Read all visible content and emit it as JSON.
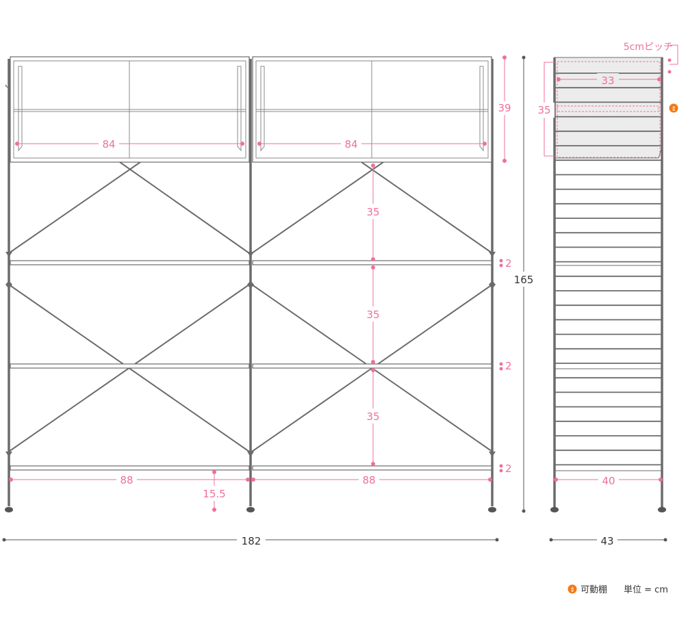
{
  "front": {
    "door_widths": [
      "84",
      "84"
    ],
    "door_height": "39",
    "shelf_gaps": [
      "35",
      "35",
      "35"
    ],
    "shelf_thickness": [
      "2",
      "2",
      "2"
    ],
    "bay_widths": [
      "88",
      "88"
    ],
    "bottom_clearance": "15.5",
    "total_width": "182",
    "total_height": "165"
  },
  "side": {
    "pitch_label": "5cmピッチ",
    "cabinet_depth_inner": "33",
    "cabinet_height": "35",
    "shelf_depth": "40",
    "total_depth": "43"
  },
  "legend": {
    "movable_shelf": "可動棚",
    "unit": "単位 = cm"
  },
  "colors": {
    "dimension": "#ef6f9c",
    "frame": "#6b6b6b",
    "movable_marker": "#f07a1a"
  },
  "icons": {
    "movable_marker": "orange-circle-arrows-icon"
  }
}
